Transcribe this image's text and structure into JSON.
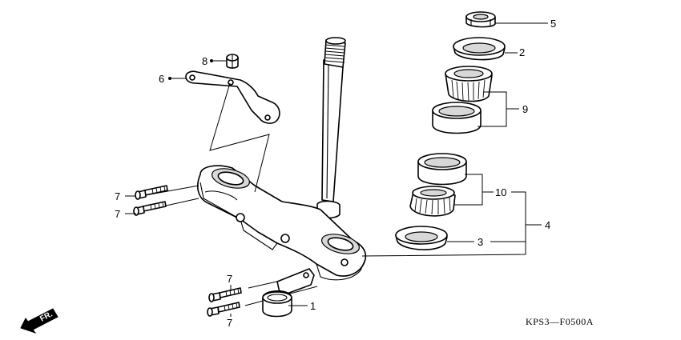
{
  "diagram_code": "KPS3—F0500A",
  "direction_label": "FR.",
  "icons": [
    "direction-arrow-icon"
  ],
  "parts": [
    {
      "id": "bottom-bridge-clamp",
      "callout": "1"
    },
    {
      "id": "upper-dust-seal",
      "callout": "2"
    },
    {
      "id": "lower-dust-seal",
      "callout": "3"
    },
    {
      "id": "steering-head-bearing-kit",
      "callout": "4"
    },
    {
      "id": "steering-stem-nut",
      "callout": "5"
    },
    {
      "id": "hose-guide-bracket",
      "callout": "6"
    },
    {
      "id": "bolt-a",
      "callout": "7"
    },
    {
      "id": "bolt-b",
      "callout": "7"
    },
    {
      "id": "bolt-c",
      "callout": "7"
    },
    {
      "id": "bolt-d",
      "callout": "7"
    },
    {
      "id": "cap-nut",
      "callout": "8"
    },
    {
      "id": "upper-bearing-set",
      "callout": "9"
    },
    {
      "id": "lower-bearing-set",
      "callout": "10"
    }
  ]
}
